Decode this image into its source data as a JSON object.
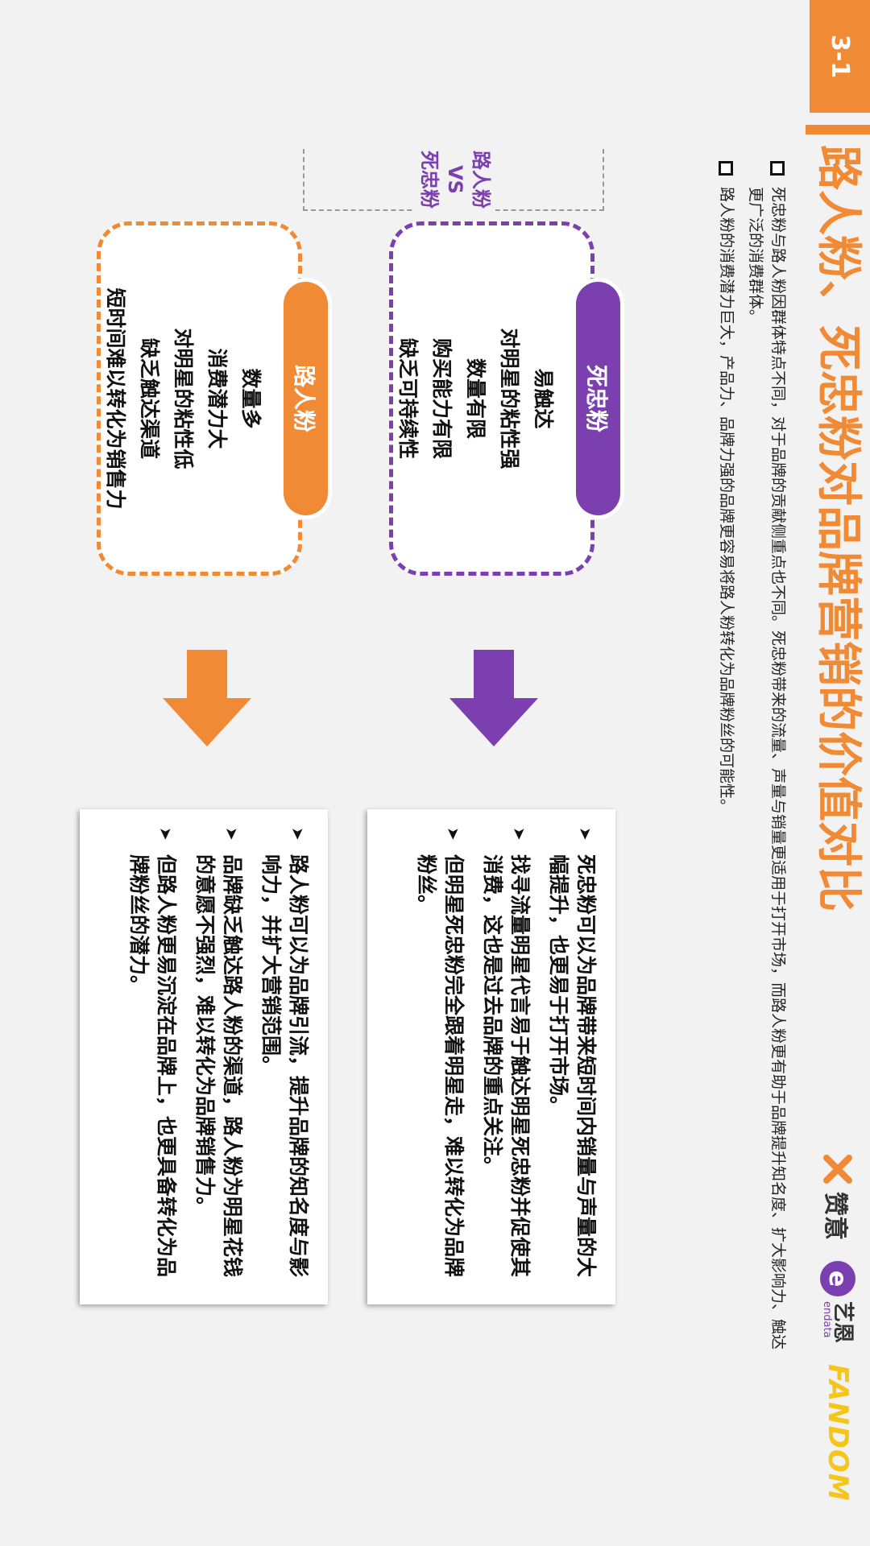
{
  "slide": {
    "badge": "3-1",
    "title": "路人粉、死忠粉对品牌营销的价值对比",
    "logos": {
      "zany": "赞意",
      "endata_cn": "艺恩",
      "endata_en": "endata",
      "fandom": "FANDOM"
    }
  },
  "bullets": [
    "死忠粉与路人粉因群体特点不同，对于品牌的贡献侧重点也不同。死忠粉带来的流量、声量与销量更适用于打开市场，而路人粉更有助于品牌提升知名度、扩大影响力、触达更广泛的消费群体。",
    "路人粉的消费潜力巨大，产品力、品牌力强的品牌更容易将路人粉转化为品牌粉丝的可能性。"
  ],
  "comparison": {
    "vs_label_line1": "路人粉",
    "vs_label_line2": "VS",
    "vs_label_line3": "死忠粉",
    "diehard": {
      "label": "死忠粉",
      "traits": [
        "易触达",
        "对明星的粘性强",
        "数量有限",
        "购买能力有限",
        "缺乏可持续性"
      ],
      "points": [
        "死忠粉可以为品牌带来短时间内销量与声量的大幅提升，也更易于打开市场。",
        "找寻流量明星代言易于触达明星死忠粉并促使其消费，这也是过去品牌的重点关注。",
        "但明星死忠粉完全跟着明星走，难以转化为品牌粉丝。"
      ]
    },
    "passerby": {
      "label": "路人粉",
      "traits": [
        "数量多",
        "消费潜力大",
        "对明星的粘性低",
        "缺乏触达渠道",
        "短时间难以转化为销售力"
      ],
      "points": [
        "路人粉可以为品牌引流，提升品牌的知名度与影响力，并扩大营销范围。",
        "品牌缺乏触达路人粉的渠道，路人粉为明星花钱的意愿不强烈，难以转化为品牌销售力。",
        "但路人粉更易沉淀在品牌上，也更具备转化为品牌粉丝的潜力。"
      ]
    }
  },
  "colors": {
    "orange": "#f08a34",
    "purple": "#7b3fb0"
  }
}
